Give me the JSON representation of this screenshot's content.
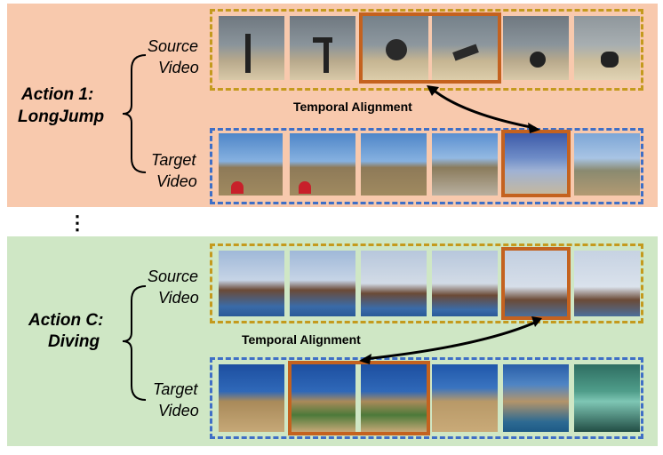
{
  "colors": {
    "section1_bg": "#f8c9ad",
    "section2_bg": "#cfe7c5",
    "source_border": "#c49a1e",
    "target_border": "#3f6fc6",
    "highlight": "#c4621f"
  },
  "sections": [
    {
      "action_line1": "Action 1:",
      "action_line2": "LongJump",
      "source_line1": "Source",
      "source_line2": "Video",
      "target_line1": "Target",
      "target_line2": "Video",
      "alignment_label": "Temporal Alignment"
    },
    {
      "action_line1": "Action C:",
      "action_line2": "Diving",
      "source_line1": "Source",
      "source_line2": "Video",
      "target_line1": "Target",
      "target_line2": "Video",
      "alignment_label": "Temporal Alignment"
    }
  ],
  "ellipsis": "⋮"
}
